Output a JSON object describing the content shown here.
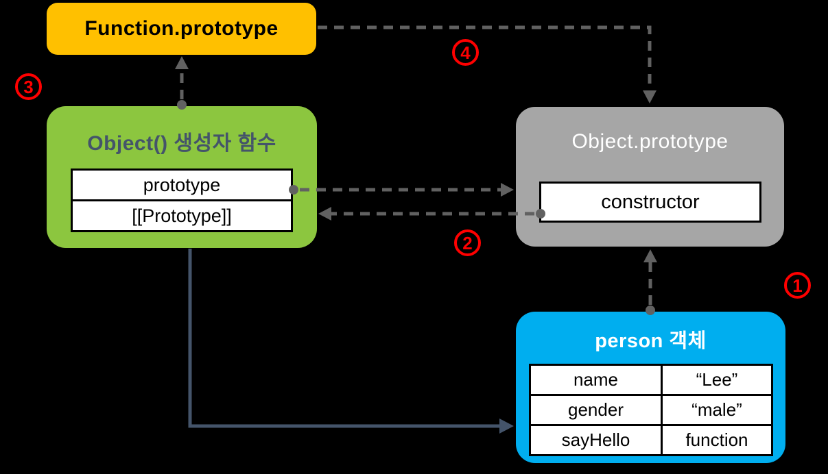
{
  "colors": {
    "background": "#000000",
    "box_function": "#FFC000",
    "box_constructor_fn": "#8CC63F",
    "box_object_prototype": "#A6A6A6",
    "box_person": "#00AEEF",
    "title_dark": "#44546A",
    "title_light": "#FFFFFF",
    "slot_text": "#000000",
    "dashed_arrow": "#616161",
    "solid_arrow": "#44546A",
    "marker": "#FF0000"
  },
  "nodes": {
    "function_prototype": {
      "label": "Function.prototype"
    },
    "object_constructor_function": {
      "title": "Object() 생성자 함수",
      "slots": [
        "prototype",
        "[[Prototype]]"
      ]
    },
    "object_prototype": {
      "title": "Object.prototype",
      "slots": [
        "constructor"
      ]
    },
    "person_object": {
      "title": "person 객체",
      "properties": [
        {
          "key": "name",
          "value": "“Lee”"
        },
        {
          "key": "gender",
          "value": "“male”"
        },
        {
          "key": "sayHello",
          "value": "function"
        }
      ]
    }
  },
  "markers": {
    "step1": "1",
    "step2": "2",
    "step3": "3",
    "step4": "4"
  }
}
